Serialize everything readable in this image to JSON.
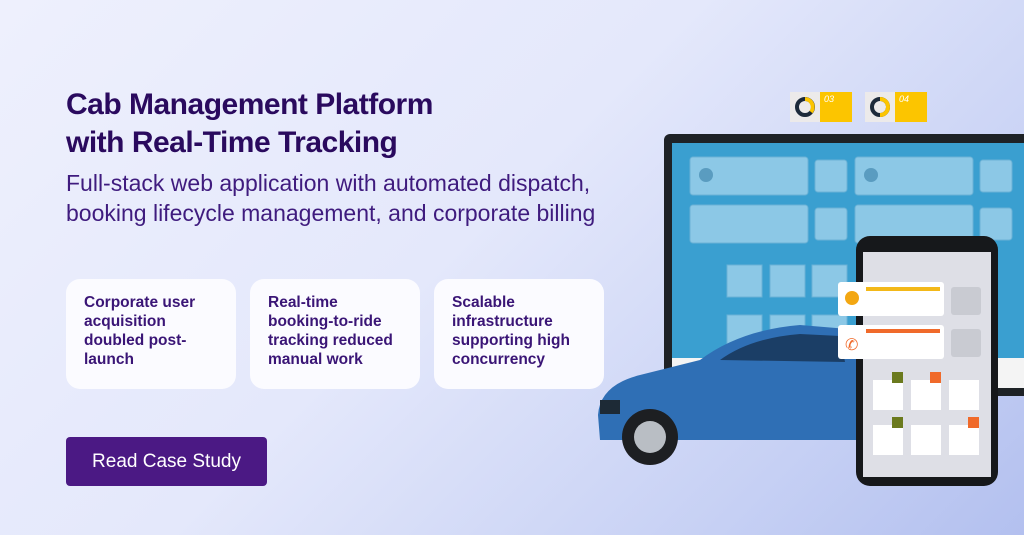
{
  "headline": {
    "line1": "Cab Management Platform",
    "line2": "with Real-Time Tracking"
  },
  "subtitle": "Full-stack web application with automated dispatch, booking lifecycle management, and corporate billing",
  "highlights": [
    {
      "text": "Corporate user acquisition doubled post-launch"
    },
    {
      "text": "Real-time booking-to-ride tracking reduced manual work"
    },
    {
      "text": "Scalable infrastructure supporting high concurrency"
    }
  ],
  "cta": {
    "label": "Read Case Study"
  },
  "illustration": {
    "badges": [
      {
        "number": "03"
      },
      {
        "number": "04"
      }
    ],
    "colors": {
      "accent": "#4b1984",
      "heading": "#2a0a5e",
      "screen": "#3a9fd0",
      "car": "#2f6fb5",
      "badge": "#fcc500"
    }
  }
}
